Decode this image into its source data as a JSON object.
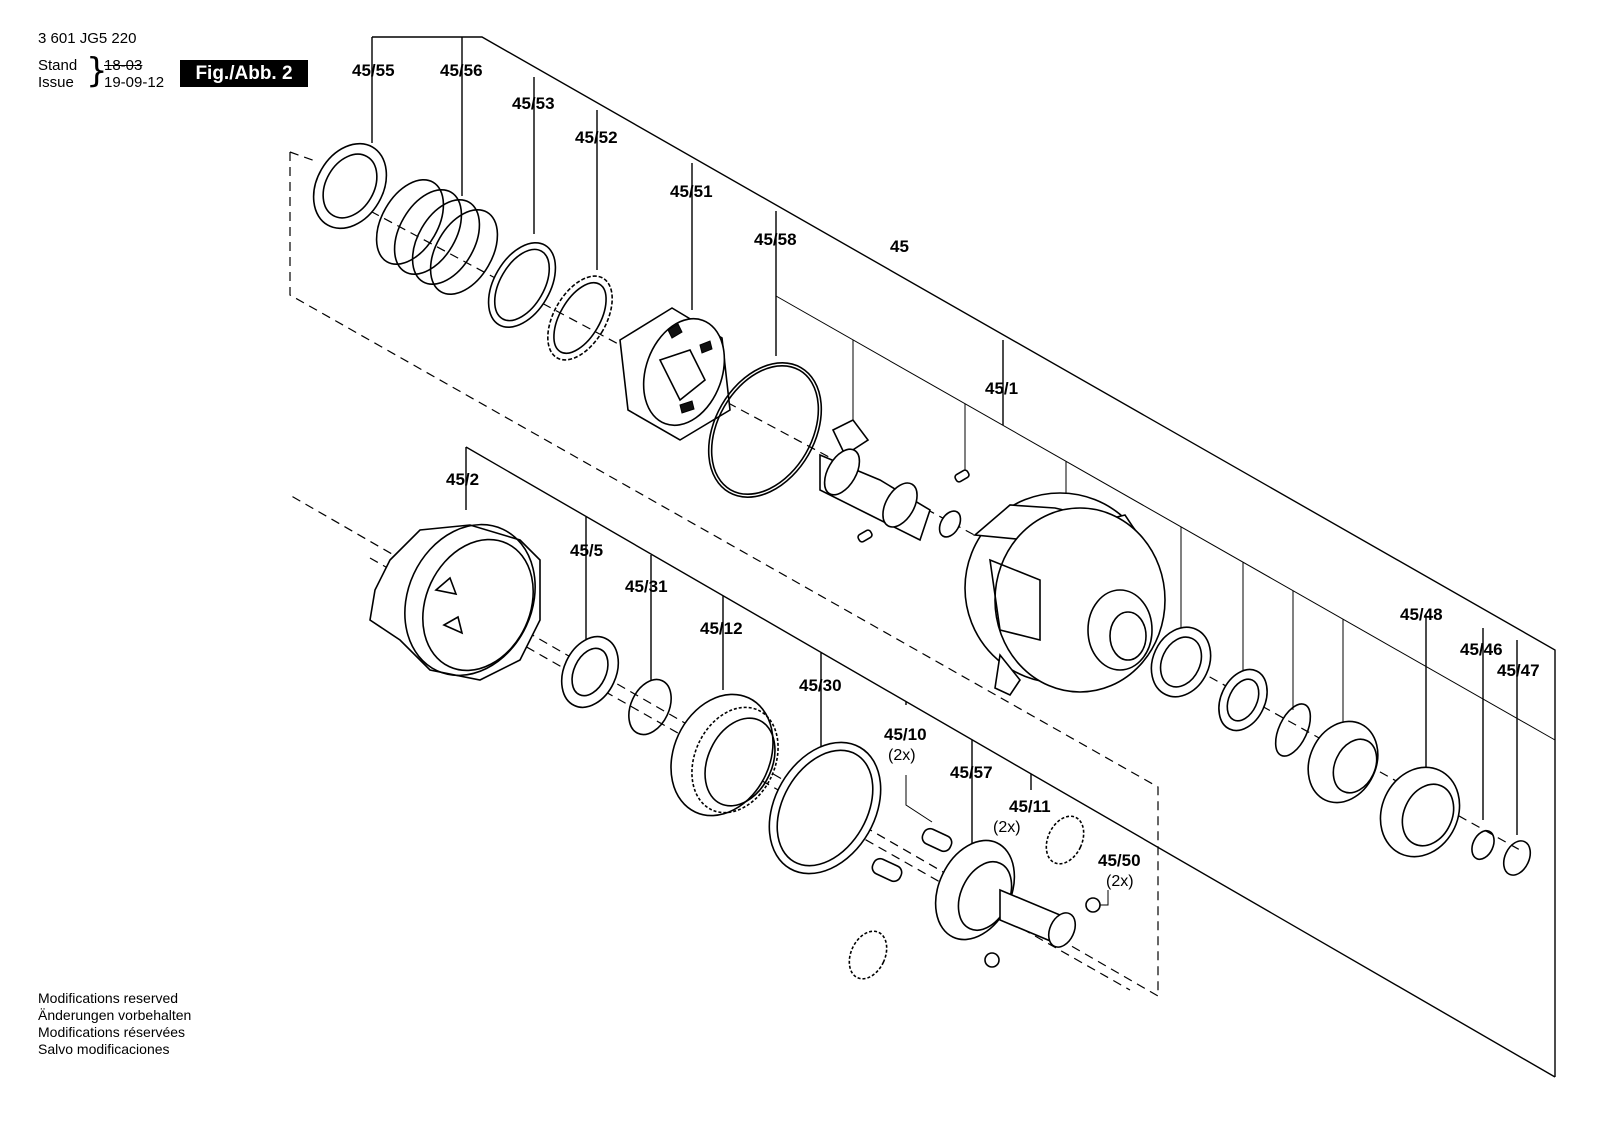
{
  "header": {
    "doc_number": "3 601 JG5 220",
    "stand_label": "Stand",
    "issue_label": "Issue",
    "stand_date": "18-03",
    "issue_date": "19-09-12",
    "figure_badge": "Fig./Abb. 2"
  },
  "footer_notes": [
    "Modifications reserved",
    "Änderungen vorbehalten",
    "Modifications réservées",
    "Salvo modificaciones"
  ],
  "part_labels": {
    "p45_55": "45/55",
    "p45_56": "45/56",
    "p45_53": "45/53",
    "p45_52": "45/52",
    "p45_51": "45/51",
    "p45_58": "45/58",
    "p45": "45",
    "p45_1": "45/1",
    "p45_2": "45/2",
    "p45_5": "45/5",
    "p45_31": "45/31",
    "p45_12": "45/12",
    "p45_30": "45/30",
    "p45_10": "45/10",
    "p45_10_qty": "(2x)",
    "p45_57": "45/57",
    "p45_11": "45/11",
    "p45_11_qty": "(2x)",
    "p45_50": "45/50",
    "p45_50_qty": "(2x)",
    "p45_48": "45/48",
    "p45_46": "45/46",
    "p45_47": "45/47"
  }
}
